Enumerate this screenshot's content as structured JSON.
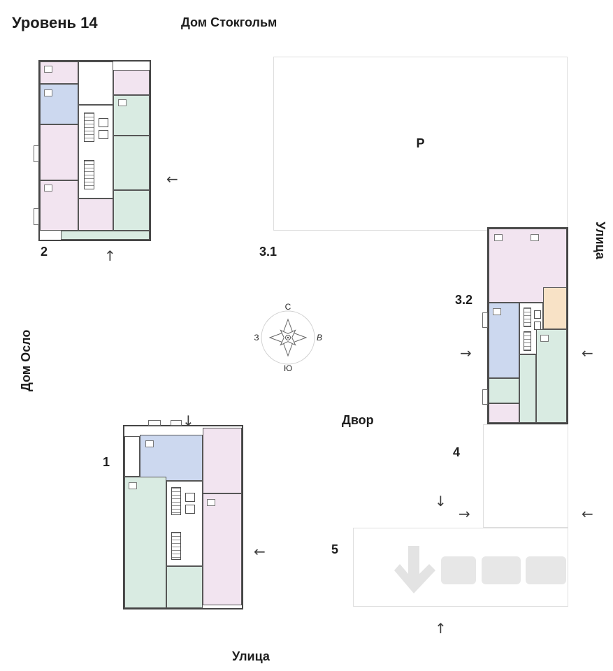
{
  "title": "Уровень 14",
  "houses": {
    "stockholm": "Дом Стокгольм",
    "oslo": "Дом Осло"
  },
  "streets": {
    "right": "Улица",
    "bottom": "Улица"
  },
  "courtyard": "Двор",
  "parking_label": "Р",
  "building_labels": {
    "b1": "1",
    "b2": "2",
    "b31": "3.1",
    "b32": "3.2",
    "b4": "4",
    "b5": "5"
  },
  "compass": {
    "north": "С",
    "east": "В",
    "south": "Ю",
    "west": "З"
  },
  "arrow_glyphs": {
    "left": "←",
    "right": "→",
    "up": "↑",
    "down": "↓"
  },
  "palette": {
    "apartment_pink": "#f2e4f0",
    "apartment_blue": "#ccd8ef",
    "apartment_green": "#d9ebe2",
    "apartment_peach": "#f8e2c6",
    "wall": "#454545",
    "area_outline": "#dedede"
  }
}
